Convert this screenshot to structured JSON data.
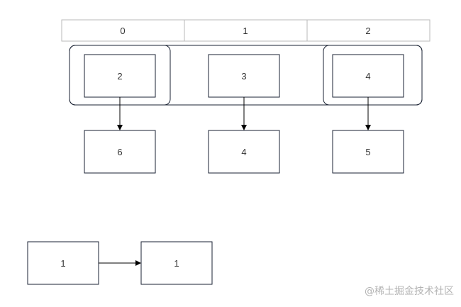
{
  "index_row": {
    "cells": [
      "0",
      "1",
      "2"
    ]
  },
  "buckets": [
    {
      "top": "2",
      "bottom": "6"
    },
    {
      "top": "3",
      "bottom": "4"
    },
    {
      "top": "4",
      "bottom": "5"
    }
  ],
  "bottom_pair": {
    "left": "1",
    "right": "1"
  },
  "watermark": "@稀土掘金技术社区",
  "colors": {
    "box_stroke": "#1a2233",
    "cell_stroke": "#b8b8b8",
    "arrow": "#000000",
    "text": "#333333"
  }
}
